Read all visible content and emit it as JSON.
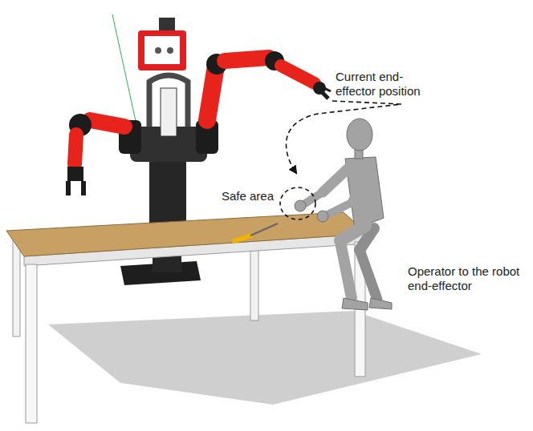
{
  "diagram": {
    "labels": [
      "Current end-effector position",
      "Safe area",
      "Operator to the robot end-effector"
    ]
  }
}
